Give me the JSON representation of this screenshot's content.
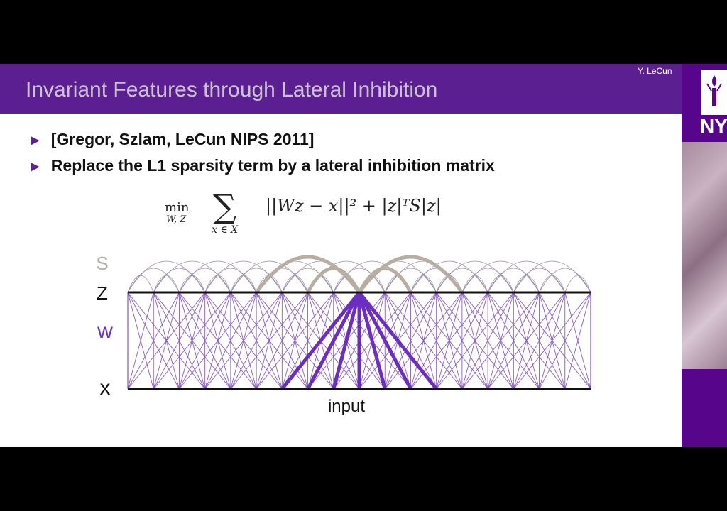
{
  "slide": {
    "title": "Invariant Features through Lateral Inhibition",
    "author": "Y. LeCun",
    "bullets": [
      "[Gregor, Szlam, LeCun NIPS 2011]",
      "Replace the L1 sparsity term by a lateral inhibition matrix"
    ]
  },
  "formula": {
    "min": "min",
    "min_sub": "W, Z",
    "sum_sub": "x ∈ X",
    "body": "||Wz − x||² + |z|ᵀS|z|"
  },
  "diagram": {
    "labels": {
      "s": "S",
      "z": "Z",
      "w": "W",
      "x": "X",
      "input": "input"
    },
    "colors": {
      "purple": "#6b2ec0",
      "gray": "#b8ada2",
      "black": "#111111",
      "thin_line": "#8a5cc4",
      "arc": "#9a8ea8"
    }
  },
  "logo": {
    "text": "NY"
  }
}
